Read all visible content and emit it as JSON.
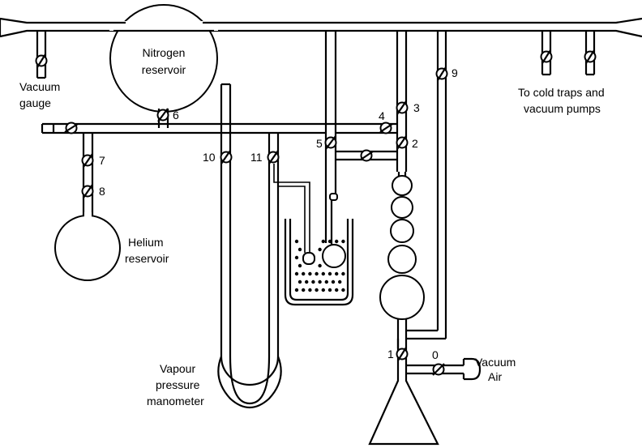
{
  "labels": {
    "nitrogen_reservoir_line1": "Nitrogen",
    "nitrogen_reservoir_line2": "reservoir",
    "vacuum_gauge_line1": "Vacuum",
    "vacuum_gauge_line2": "gauge",
    "cold_traps_line1": "To cold traps and",
    "cold_traps_line2": "vacuum pumps",
    "helium_reservoir_line1": "Helium",
    "helium_reservoir_line2": "reservoir",
    "manometer_line1": "Vapour",
    "manometer_line2": "pressure",
    "manometer_line3": "manometer",
    "vacuum_port": "Vacuum",
    "air_port": "Air"
  },
  "valves": {
    "v0": "0",
    "v1": "1",
    "v2": "2",
    "v3": "3",
    "v4": "4",
    "v5": "5",
    "v6": "6",
    "v7": "7",
    "v8": "8",
    "v9": "9",
    "v10": "10",
    "v11": "11"
  }
}
